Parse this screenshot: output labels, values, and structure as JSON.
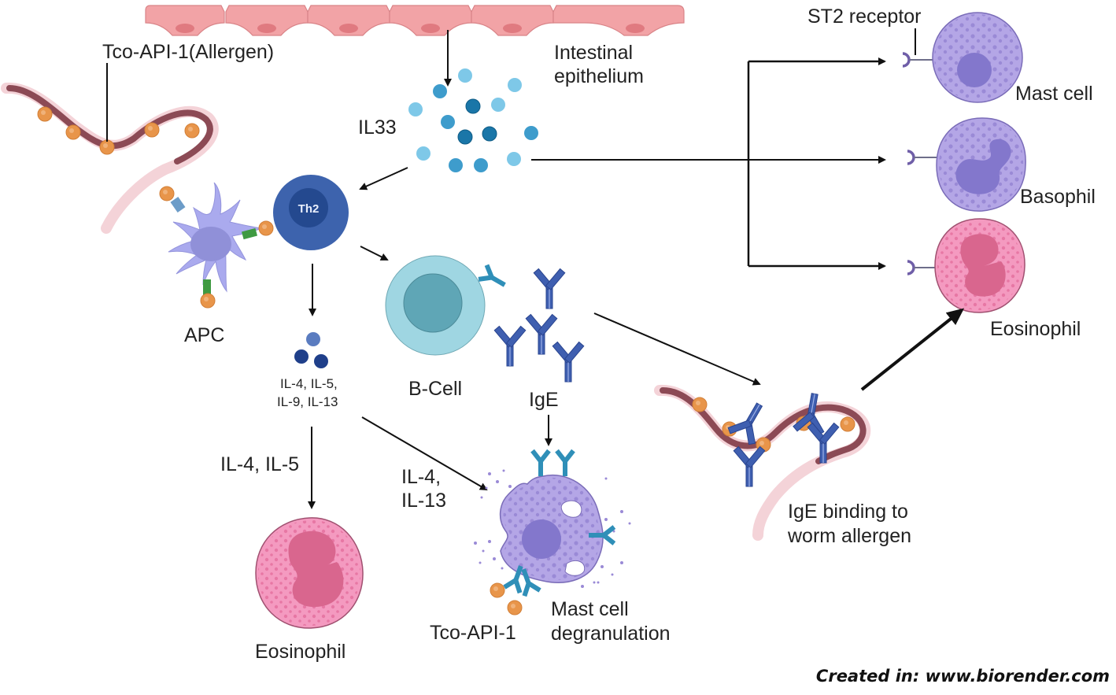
{
  "figure": {
    "title": "Immune response to Tco-API-1 worm allergen",
    "credit": "Created in: www.biorender.com"
  },
  "labels": {
    "allergen": "Tco-API-1(Allergen)",
    "epithelium_line1": "Intestinal",
    "epithelium_line2": "epithelium",
    "il33": "IL33",
    "st2_receptor": "ST2 receptor",
    "mast_cell": "Mast cell",
    "basophil": "Basophil",
    "eosinophil_right": "Eosinophil",
    "th2": "Th2",
    "apc": "APC",
    "cytokines_line1": "IL-4, IL-5,",
    "cytokines_line2": "IL-9, IL-13",
    "b_cell": "B-Cell",
    "ige": "IgE",
    "il4_il5": "IL-4, IL-5",
    "il4_il13_line1": "IL-4,",
    "il4_il13_line2": "IL-13",
    "eosinophil_bottom": "Eosinophil",
    "tco_api1": "Tco-API-1",
    "degranulation_line1": "Mast cell",
    "degranulation_line2": "degranulation",
    "ige_binding_line1": "IgE binding to",
    "ige_binding_line2": "worm allergen"
  },
  "colors": {
    "epithelium": "#f2a3a6",
    "epithelium_nucleus": "#e07a80",
    "worm_body": "#8c4a55",
    "worm_outline": "#f4d3d8",
    "allergen": "#e8954a",
    "il33_light": "#7ec8e8",
    "il33_mid": "#3e9ccc",
    "il33_dark": "#1a76a8",
    "th2_outer": "#3d63ad",
    "th2_inner": "#24498f",
    "apc": "#aaaaee",
    "apc_nucleus": "#9090d8",
    "mhc": "#3f9a42",
    "b_cell": "#9fd6e2",
    "b_cell_nucleus": "#5fa6b6",
    "ige": "#3f5fb0",
    "mast_cell": "#b4a6e6",
    "mast_nucleus": "#8377cc",
    "eosinophil": "#f49ac0",
    "eosinophil_nucleus": "#d9668e",
    "receptor": "#6f5ea8",
    "arrow": "#111111"
  }
}
